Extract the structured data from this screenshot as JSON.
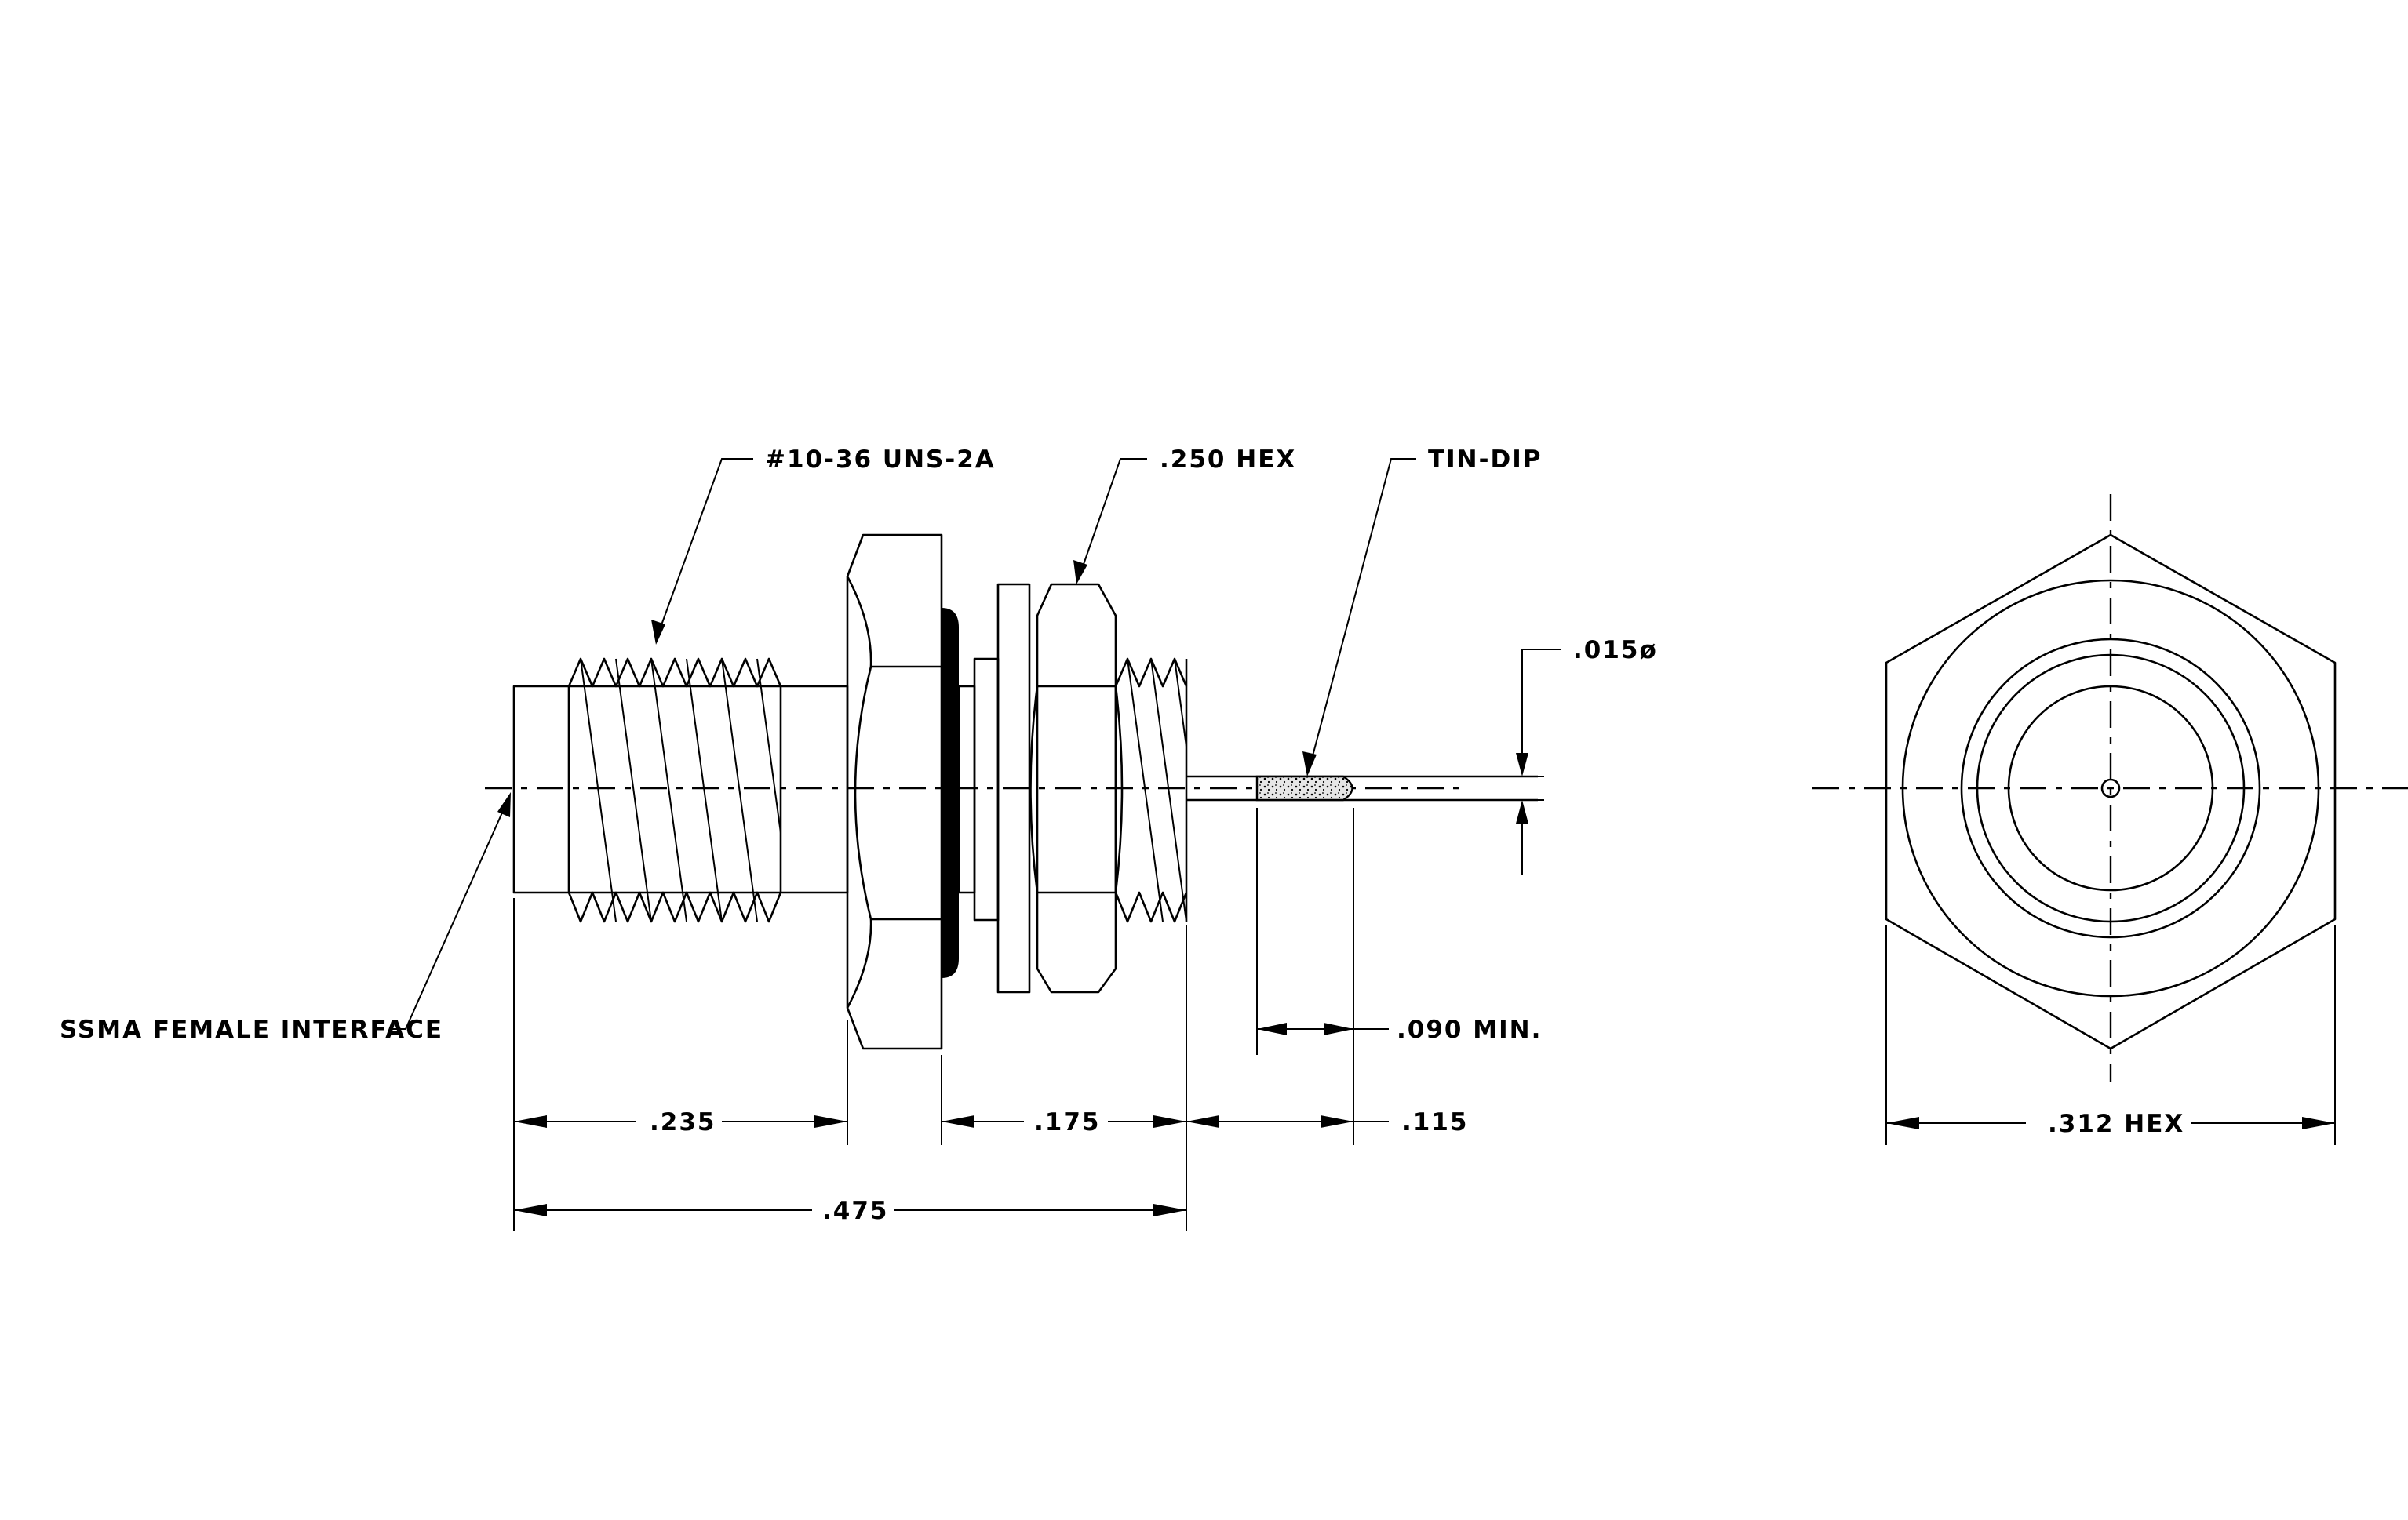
{
  "labels": {
    "thread": "#10-36 UNS-2A",
    "hex_250": ".250 HEX",
    "tin_dip": "TIN-DIP",
    "pin_dia": ".015ø",
    "interface": "SSMA FEMALE INTERFACE",
    "dim_090": ".090 MIN.",
    "dim_235": ".235",
    "dim_175": ".175",
    "dim_115": ".115",
    "dim_475": ".475",
    "hex_312": ".312 HEX"
  },
  "colors": {
    "line": "#000000",
    "background": "#ffffff",
    "tin_fill": "#d9d9d9"
  }
}
